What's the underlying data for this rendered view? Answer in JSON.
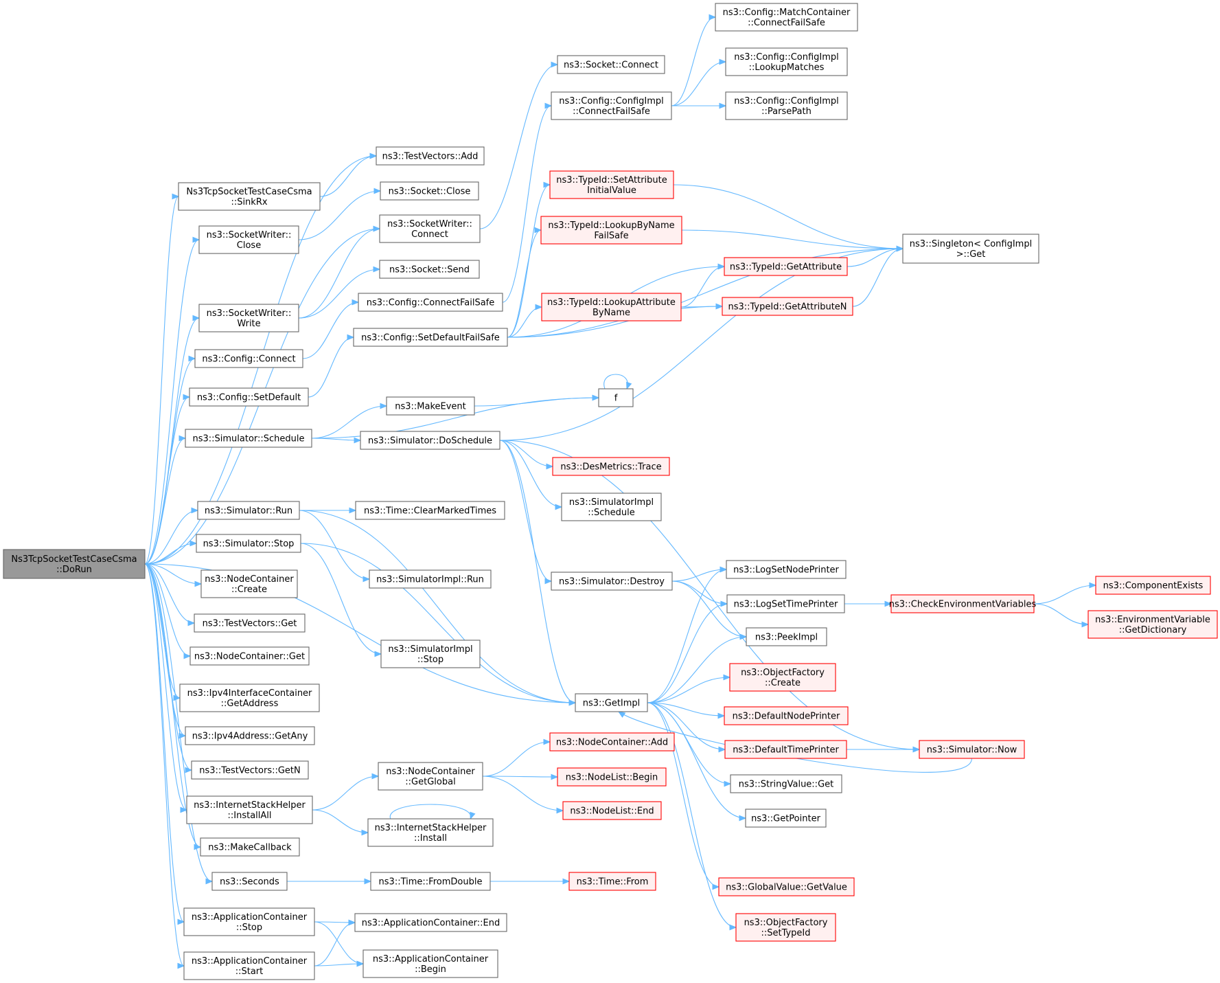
{
  "colors": {
    "edge": "#63b8ff",
    "node_border": "#666666",
    "node_fill": "#ffffff",
    "root_fill": "#999999",
    "truncated_border": "#ff0000",
    "truncated_fill": "#fff0f0"
  },
  "nodes": [
    {
      "id": "root",
      "lines": [
        "Ns3TcpSocketTestCaseCsma",
        "::DoRun"
      ],
      "style": "root"
    },
    {
      "id": "tv_add",
      "lines": [
        "ns3::TestVectors::Add"
      ],
      "style": "normal"
    },
    {
      "id": "sinkrx",
      "lines": [
        "Ns3TcpSocketTestCaseCsma",
        "::SinkRx"
      ],
      "style": "normal"
    },
    {
      "id": "sock_close",
      "lines": [
        "ns3::Socket::Close"
      ],
      "style": "normal"
    },
    {
      "id": "sw_close",
      "lines": [
        "ns3::SocketWriter::",
        "Close"
      ],
      "style": "normal"
    },
    {
      "id": "sw_connect",
      "lines": [
        "ns3::SocketWriter::",
        "Connect"
      ],
      "style": "normal"
    },
    {
      "id": "sock_send",
      "lines": [
        "ns3::Socket::Send"
      ],
      "style": "normal"
    },
    {
      "id": "sw_write",
      "lines": [
        "ns3::SocketWriter::",
        "Write"
      ],
      "style": "normal"
    },
    {
      "id": "cfg_connect",
      "lines": [
        "ns3::Config::Connect"
      ],
      "style": "normal"
    },
    {
      "id": "cfg_setdefault",
      "lines": [
        "ns3::Config::SetDefault"
      ],
      "style": "normal"
    },
    {
      "id": "sim_schedule",
      "lines": [
        "ns3::Simulator::Schedule"
      ],
      "style": "normal"
    },
    {
      "id": "sim_run",
      "lines": [
        "ns3::Simulator::Run"
      ],
      "style": "normal"
    },
    {
      "id": "sim_stop",
      "lines": [
        "ns3::Simulator::Stop"
      ],
      "style": "normal"
    },
    {
      "id": "nc_create",
      "lines": [
        "ns3::NodeContainer",
        "::Create"
      ],
      "style": "normal"
    },
    {
      "id": "tv_get",
      "lines": [
        "ns3::TestVectors::Get"
      ],
      "style": "normal"
    },
    {
      "id": "nc_get",
      "lines": [
        "ns3::NodeContainer::Get"
      ],
      "style": "normal"
    },
    {
      "id": "ipv4ic_getaddr",
      "lines": [
        "ns3::Ipv4InterfaceContainer",
        "::GetAddress"
      ],
      "style": "normal"
    },
    {
      "id": "ipv4_getany",
      "lines": [
        "ns3::Ipv4Address::GetAny"
      ],
      "style": "normal"
    },
    {
      "id": "tv_getn",
      "lines": [
        "ns3::TestVectors::GetN"
      ],
      "style": "normal"
    },
    {
      "id": "ish_installall",
      "lines": [
        "ns3::InternetStackHelper",
        "::InstallAll"
      ],
      "style": "normal"
    },
    {
      "id": "makecallback",
      "lines": [
        "ns3::MakeCallback"
      ],
      "style": "normal"
    },
    {
      "id": "seconds",
      "lines": [
        "ns3::Seconds"
      ],
      "style": "normal"
    },
    {
      "id": "ac_stop",
      "lines": [
        "ns3::ApplicationContainer",
        "::Stop"
      ],
      "style": "normal"
    },
    {
      "id": "ac_start",
      "lines": [
        "ns3::ApplicationContainer",
        "::Start"
      ],
      "style": "normal"
    },
    {
      "id": "sock_connect",
      "lines": [
        "ns3::Socket::Connect"
      ],
      "style": "normal"
    },
    {
      "id": "cfgimpl_connectfs",
      "lines": [
        "ns3::Config::ConfigImpl",
        "::ConnectFailSafe"
      ],
      "style": "normal"
    },
    {
      "id": "cfg_connectfs",
      "lines": [
        "ns3::Config::ConnectFailSafe"
      ],
      "style": "normal"
    },
    {
      "id": "cfg_setdefaultfs",
      "lines": [
        "ns3::Config::SetDefaultFailSafe"
      ],
      "style": "normal"
    },
    {
      "id": "makeevent",
      "lines": [
        "ns3::MakeEvent"
      ],
      "style": "normal"
    },
    {
      "id": "sim_doschedule",
      "lines": [
        "ns3::Simulator::DoSchedule"
      ],
      "style": "normal"
    },
    {
      "id": "time_clearmarked",
      "lines": [
        "ns3::Time::ClearMarkedTimes"
      ],
      "style": "normal"
    },
    {
      "id": "simimpl_run",
      "lines": [
        "ns3::SimulatorImpl::Run"
      ],
      "style": "normal"
    },
    {
      "id": "simimpl_stop",
      "lines": [
        "ns3::SimulatorImpl",
        "::Stop"
      ],
      "style": "normal"
    },
    {
      "id": "nc_getglobal",
      "lines": [
        "ns3::NodeContainer",
        "::GetGlobal"
      ],
      "style": "normal"
    },
    {
      "id": "ish_install",
      "lines": [
        "ns3::InternetStackHelper",
        "::Install"
      ],
      "style": "normal"
    },
    {
      "id": "time_fromdouble",
      "lines": [
        "ns3::Time::FromDouble"
      ],
      "style": "normal"
    },
    {
      "id": "ac_end",
      "lines": [
        "ns3::ApplicationContainer::End"
      ],
      "style": "normal"
    },
    {
      "id": "ac_begin",
      "lines": [
        "ns3::ApplicationContainer",
        "::Begin"
      ],
      "style": "normal"
    },
    {
      "id": "cfg_mc_connectfs",
      "lines": [
        "ns3::Config::MatchContainer",
        "::ConnectFailSafe"
      ],
      "style": "normal"
    },
    {
      "id": "cfgimpl_lookup",
      "lines": [
        "ns3::Config::ConfigImpl",
        "::LookupMatches"
      ],
      "style": "normal"
    },
    {
      "id": "cfgimpl_parsepath",
      "lines": [
        "ns3::Config::ConfigImpl",
        "::ParsePath"
      ],
      "style": "normal"
    },
    {
      "id": "tid_setattrinit",
      "lines": [
        "ns3::TypeId::SetAttribute",
        "InitialValue"
      ],
      "style": "red"
    },
    {
      "id": "tid_lookupbyname",
      "lines": [
        "ns3::TypeId::LookupByName",
        "FailSafe"
      ],
      "style": "red"
    },
    {
      "id": "tid_lookupattr",
      "lines": [
        "ns3::TypeId::LookupAttribute",
        "ByName"
      ],
      "style": "red"
    },
    {
      "id": "f",
      "lines": [
        "f"
      ],
      "style": "normal"
    },
    {
      "id": "desmetrics_trace",
      "lines": [
        "ns3::DesMetrics::Trace"
      ],
      "style": "red"
    },
    {
      "id": "simimpl_schedule",
      "lines": [
        "ns3::SimulatorImpl",
        "::Schedule"
      ],
      "style": "normal"
    },
    {
      "id": "sim_destroy",
      "lines": [
        "ns3::Simulator::Destroy"
      ],
      "style": "normal"
    },
    {
      "id": "getimpl",
      "lines": [
        "ns3::GetImpl"
      ],
      "style": "normal"
    },
    {
      "id": "nc_add",
      "lines": [
        "ns3::NodeContainer::Add"
      ],
      "style": "red"
    },
    {
      "id": "nl_begin",
      "lines": [
        "ns3::NodeList::Begin"
      ],
      "style": "red"
    },
    {
      "id": "nl_end",
      "lines": [
        "ns3::NodeList::End"
      ],
      "style": "red"
    },
    {
      "id": "time_from",
      "lines": [
        "ns3::Time::From"
      ],
      "style": "red"
    },
    {
      "id": "tid_getattr",
      "lines": [
        "ns3::TypeId::GetAttribute"
      ],
      "style": "red"
    },
    {
      "id": "tid_getattrn",
      "lines": [
        "ns3::TypeId::GetAttributeN"
      ],
      "style": "red"
    },
    {
      "id": "logsetnodeprinter",
      "lines": [
        "ns3::LogSetNodePrinter"
      ],
      "style": "normal"
    },
    {
      "id": "logsettimeprinter",
      "lines": [
        "ns3::LogSetTimePrinter"
      ],
      "style": "normal"
    },
    {
      "id": "peekimpl",
      "lines": [
        "ns3::PeekImpl"
      ],
      "style": "normal"
    },
    {
      "id": "of_create",
      "lines": [
        "ns3::ObjectFactory",
        "::Create"
      ],
      "style": "red"
    },
    {
      "id": "defaultnodeprinter",
      "lines": [
        "ns3::DefaultNodePrinter"
      ],
      "style": "red"
    },
    {
      "id": "defaulttimeprinter",
      "lines": [
        "ns3::DefaultTimePrinter"
      ],
      "style": "red"
    },
    {
      "id": "stringvalue_get",
      "lines": [
        "ns3::StringValue::Get"
      ],
      "style": "normal"
    },
    {
      "id": "getpointer",
      "lines": [
        "ns3::GetPointer"
      ],
      "style": "normal"
    },
    {
      "id": "gv_getvalue",
      "lines": [
        "ns3::GlobalValue::GetValue"
      ],
      "style": "red"
    },
    {
      "id": "of_settypeid",
      "lines": [
        "ns3::ObjectFactory",
        "::SetTypeId"
      ],
      "style": "red"
    },
    {
      "id": "singleton_get",
      "lines": [
        "ns3::Singleton< ConfigImpl",
        " >::Get"
      ],
      "style": "normal"
    },
    {
      "id": "checkenv",
      "lines": [
        "ns3::CheckEnvironmentVariables"
      ],
      "style": "red"
    },
    {
      "id": "sim_now",
      "lines": [
        "ns3::Simulator::Now"
      ],
      "style": "red"
    },
    {
      "id": "componentexists",
      "lines": [
        "ns3::ComponentExists"
      ],
      "style": "red"
    },
    {
      "id": "envvar_getdict",
      "lines": [
        "ns3::EnvironmentVariable",
        "::GetDictionary"
      ],
      "style": "red"
    }
  ],
  "edges": [
    [
      "root",
      "tv_add"
    ],
    [
      "root",
      "sinkrx"
    ],
    [
      "root",
      "sw_close"
    ],
    [
      "root",
      "sw_connect"
    ],
    [
      "root",
      "sw_write"
    ],
    [
      "root",
      "cfg_connect"
    ],
    [
      "root",
      "cfg_setdefault"
    ],
    [
      "root",
      "sim_schedule"
    ],
    [
      "root",
      "getimpl"
    ],
    [
      "root",
      "sim_run"
    ],
    [
      "root",
      "sim_stop"
    ],
    [
      "root",
      "nc_create"
    ],
    [
      "root",
      "tv_get"
    ],
    [
      "root",
      "nc_get"
    ],
    [
      "root",
      "ipv4ic_getaddr"
    ],
    [
      "root",
      "ipv4_getany"
    ],
    [
      "root",
      "tv_getn"
    ],
    [
      "root",
      "ish_installall"
    ],
    [
      "root",
      "makecallback"
    ],
    [
      "root",
      "seconds"
    ],
    [
      "root",
      "ac_stop"
    ],
    [
      "root",
      "ac_start"
    ],
    [
      "sinkrx",
      "tv_add"
    ],
    [
      "sw_close",
      "sock_close"
    ],
    [
      "sw_write",
      "sw_connect"
    ],
    [
      "sw_write",
      "sock_send"
    ],
    [
      "sw_connect",
      "sock_connect"
    ],
    [
      "cfg_connect",
      "cfg_connectfs"
    ],
    [
      "cfg_setdefault",
      "cfg_setdefaultfs"
    ],
    [
      "sim_schedule",
      "f"
    ],
    [
      "sim_schedule",
      "makeevent"
    ],
    [
      "sim_schedule",
      "sim_doschedule"
    ],
    [
      "sim_run",
      "time_clearmarked"
    ],
    [
      "sim_run",
      "simimpl_run"
    ],
    [
      "sim_run",
      "getimpl"
    ],
    [
      "sim_stop",
      "simimpl_stop"
    ],
    [
      "sim_stop",
      "getimpl"
    ],
    [
      "ish_installall",
      "nc_getglobal"
    ],
    [
      "ish_installall",
      "ish_install"
    ],
    [
      "ish_install",
      "ish_install"
    ],
    [
      "seconds",
      "time_fromdouble"
    ],
    [
      "ac_stop",
      "ac_end"
    ],
    [
      "ac_stop",
      "ac_begin"
    ],
    [
      "ac_start",
      "ac_end"
    ],
    [
      "ac_start",
      "ac_begin"
    ],
    [
      "cfg_connectfs",
      "cfgimpl_connectfs"
    ],
    [
      "cfgimpl_connectfs",
      "cfg_mc_connectfs"
    ],
    [
      "cfgimpl_connectfs",
      "cfgimpl_lookup"
    ],
    [
      "cfgimpl_connectfs",
      "cfgimpl_parsepath"
    ],
    [
      "cfg_setdefaultfs",
      "singleton_get"
    ],
    [
      "cfg_setdefaultfs",
      "tid_setattrinit"
    ],
    [
      "cfg_setdefaultfs",
      "tid_lookupbyname"
    ],
    [
      "cfg_setdefaultfs",
      "tid_getattr"
    ],
    [
      "cfg_setdefaultfs",
      "tid_lookupattr"
    ],
    [
      "cfg_setdefaultfs",
      "tid_getattrn"
    ],
    [
      "tid_setattrinit",
      "singleton_get"
    ],
    [
      "tid_lookupbyname",
      "singleton_get"
    ],
    [
      "tid_lookupattr",
      "tid_getattr"
    ],
    [
      "tid_lookupattr",
      "tid_getattrn"
    ],
    [
      "tid_getattr",
      "singleton_get"
    ],
    [
      "tid_getattrn",
      "singleton_get"
    ],
    [
      "makeevent",
      "f"
    ],
    [
      "f",
      "f"
    ],
    [
      "sim_doschedule",
      "singleton_get"
    ],
    [
      "sim_doschedule",
      "desmetrics_trace"
    ],
    [
      "sim_doschedule",
      "simimpl_schedule"
    ],
    [
      "sim_doschedule",
      "sim_destroy"
    ],
    [
      "sim_doschedule",
      "getimpl"
    ],
    [
      "sim_doschedule",
      "sim_now"
    ],
    [
      "sim_destroy",
      "logsetnodeprinter"
    ],
    [
      "sim_destroy",
      "logsettimeprinter"
    ],
    [
      "sim_destroy",
      "peekimpl"
    ],
    [
      "getimpl",
      "logsetnodeprinter"
    ],
    [
      "getimpl",
      "logsettimeprinter"
    ],
    [
      "getimpl",
      "peekimpl"
    ],
    [
      "getimpl",
      "of_create"
    ],
    [
      "getimpl",
      "defaultnodeprinter"
    ],
    [
      "getimpl",
      "defaulttimeprinter"
    ],
    [
      "getimpl",
      "stringvalue_get"
    ],
    [
      "getimpl",
      "getpointer"
    ],
    [
      "getimpl",
      "gv_getvalue"
    ],
    [
      "getimpl",
      "of_settypeid"
    ],
    [
      "sim_now",
      "getimpl"
    ],
    [
      "defaulttimeprinter",
      "sim_now"
    ],
    [
      "logsettimeprinter",
      "checkenv"
    ],
    [
      "checkenv",
      "componentexists"
    ],
    [
      "checkenv",
      "envvar_getdict"
    ],
    [
      "nc_getglobal",
      "nc_add"
    ],
    [
      "nc_getglobal",
      "nl_begin"
    ],
    [
      "nc_getglobal",
      "nl_end"
    ],
    [
      "time_fromdouble",
      "time_from"
    ]
  ]
}
